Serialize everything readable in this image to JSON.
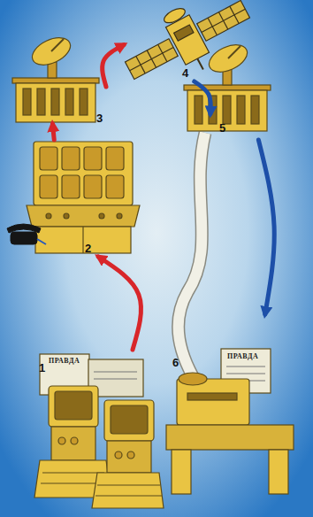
{
  "diagram": {
    "nodes": [
      {
        "text": [
          "1"
        ]
      },
      {
        "text": [
          "2"
        ]
      },
      {
        "text": [
          "3"
        ]
      },
      {
        "text": [
          "4"
        ]
      },
      {
        "text": [
          "5"
        ]
      },
      {
        "text": [
          "6"
        ]
      }
    ],
    "edges": [
      {
        "from": 0,
        "to": 1,
        "arrow": "to"
      },
      {
        "from": 1,
        "to": 2,
        "arrow": "to"
      },
      {
        "from": 2,
        "to": 3,
        "arrow": "to"
      },
      {
        "from": 3,
        "to": 4,
        "arrow": "to"
      },
      {
        "from": 4,
        "to": 5,
        "arrow": "to"
      }
    ],
    "labels": [
      "ПРАВДА",
      "ПРАВДА"
    ]
  }
}
